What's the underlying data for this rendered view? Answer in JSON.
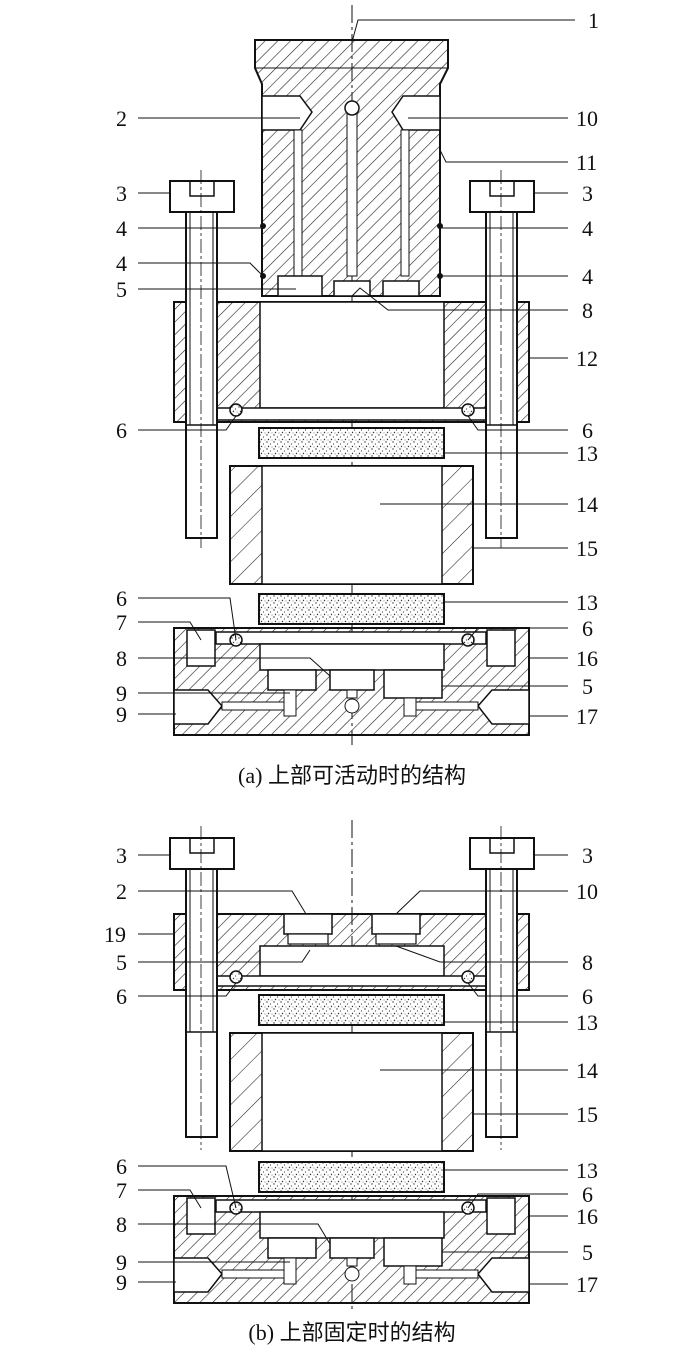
{
  "diagram_a": {
    "caption": "(a) 上部可活动时的结构",
    "labels_left": [
      "2",
      "3",
      "4",
      "4",
      "5",
      "6",
      "6",
      "7",
      "8",
      "9",
      "9"
    ],
    "labels_right": [
      "1",
      "10",
      "11",
      "3",
      "4",
      "4",
      "8",
      "12",
      "6",
      "13",
      "14",
      "15",
      "13",
      "6",
      "16",
      "5",
      "17"
    ]
  },
  "diagram_b": {
    "caption": "(b) 上部固定时的结构",
    "labels_left": [
      "3",
      "2",
      "19",
      "5",
      "6",
      "6",
      "7",
      "8",
      "9",
      "9"
    ],
    "labels_right": [
      "3",
      "10",
      "8",
      "6",
      "13",
      "14",
      "15",
      "13",
      "6",
      "16",
      "5",
      "17"
    ]
  },
  "colors": {
    "line": "#111111",
    "hatch": "#222222",
    "background": "#ffffff"
  }
}
